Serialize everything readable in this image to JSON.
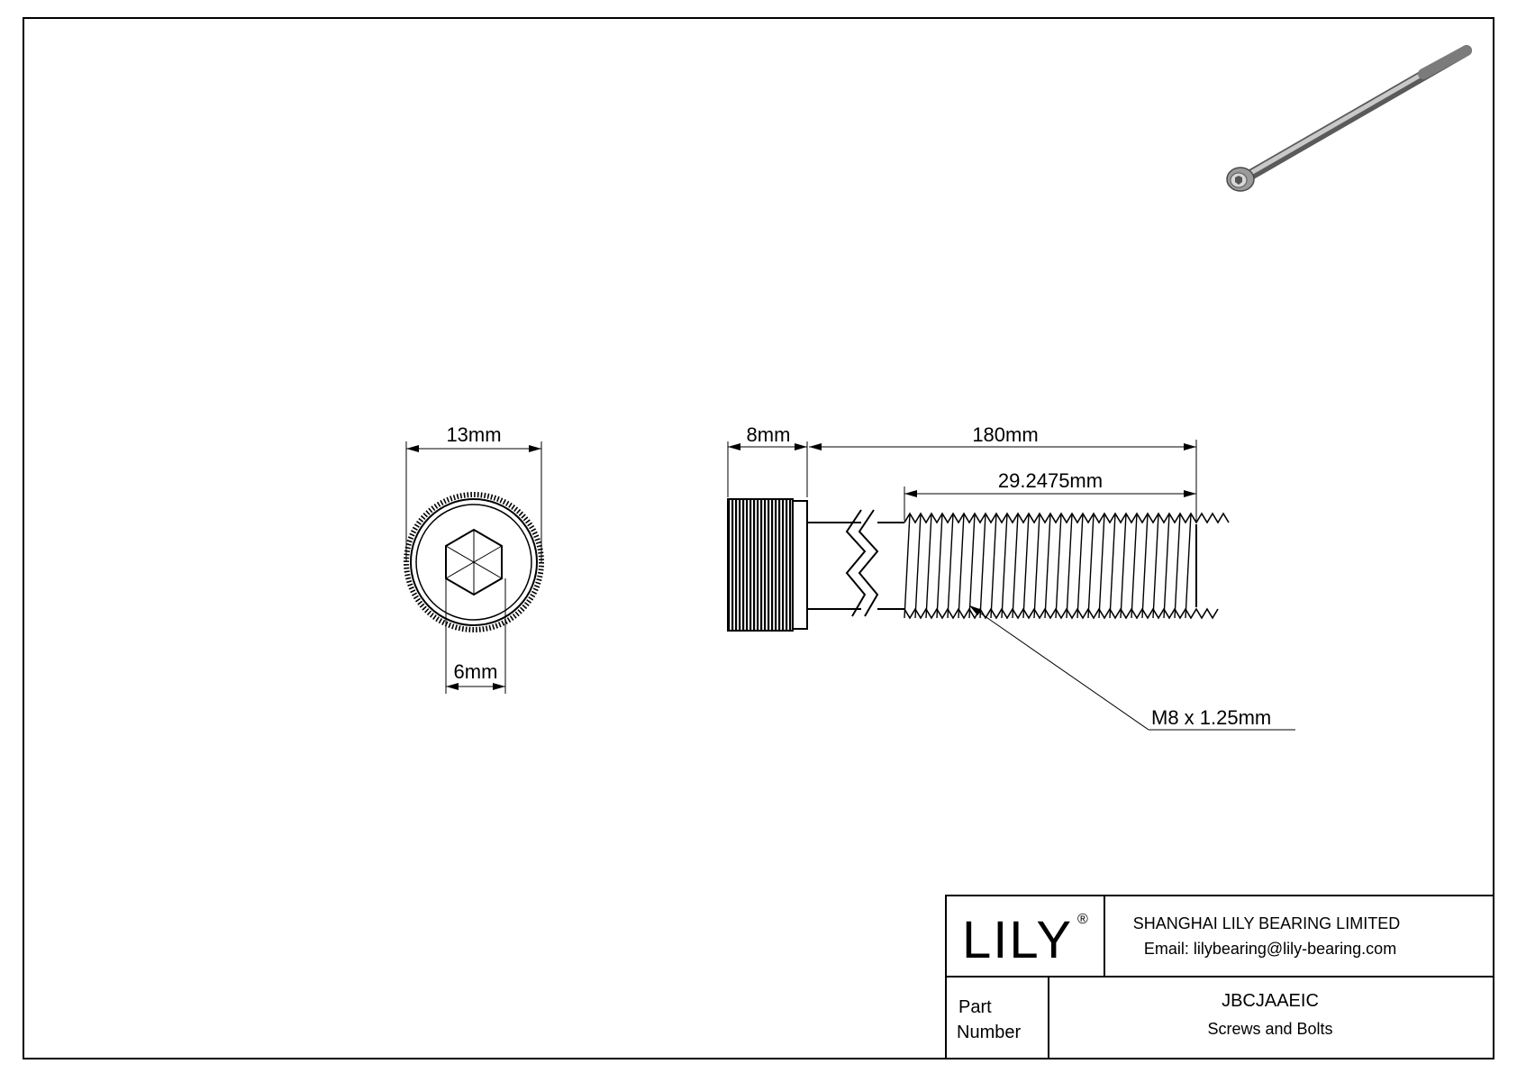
{
  "drawing": {
    "dimensions": {
      "head_diameter": "13mm",
      "hex_socket": "6mm",
      "head_height": "8mm",
      "length": "180mm",
      "thread_length": "29.2475mm",
      "thread_callout": "M8 x 1.25mm"
    }
  },
  "title_block": {
    "logo_text": "LILY",
    "logo_mark": "®",
    "company_name": "SHANGHAI LILY BEARING LIMITED",
    "email": "Email: lilybearing@lily-bearing.com",
    "part_label_line1": "Part",
    "part_label_line2": "Number",
    "part_number": "JBCJAAEIC",
    "category": "Screws and Bolts"
  },
  "colors": {
    "line": "#000000",
    "background": "#ffffff",
    "screw_shade": "#8a8a8a"
  }
}
